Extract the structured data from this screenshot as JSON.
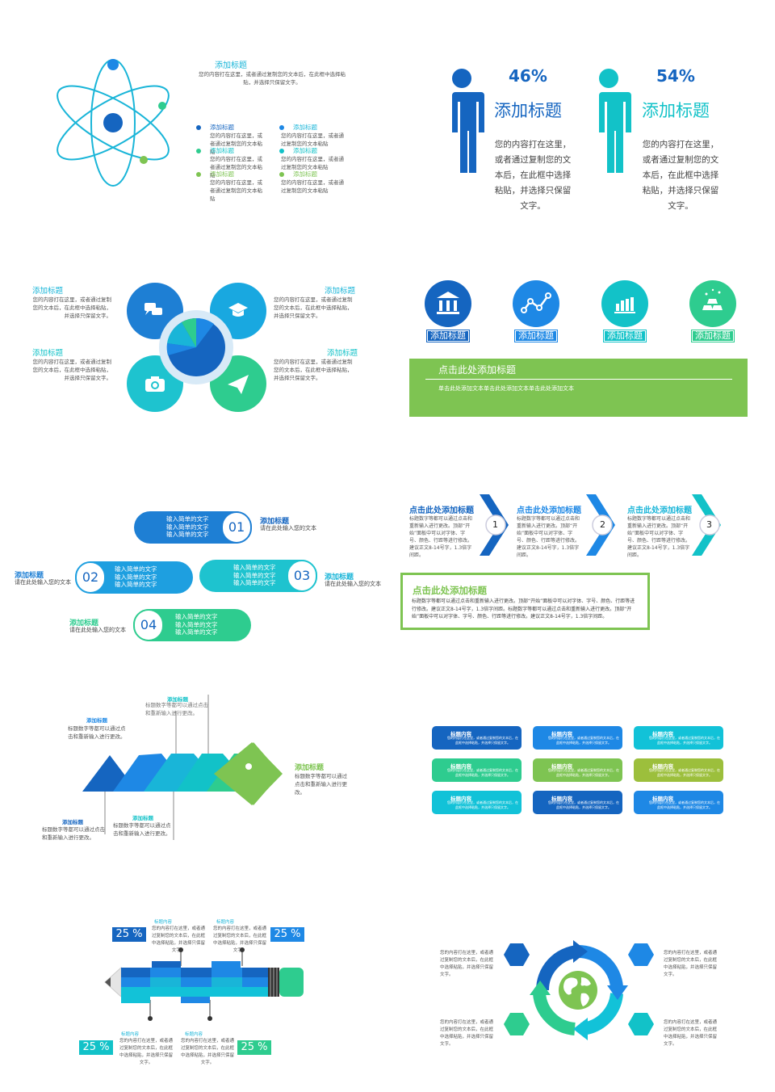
{
  "colors": {
    "navy": "#1565c0",
    "blue": "#1e88e5",
    "cyan": "#19b5d8",
    "teal": "#12c2c8",
    "green": "#2ecc8f",
    "lime": "#7ec452",
    "gray_text": "#555555"
  },
  "slide1": {
    "title": "添加标题",
    "desc": "您的内容打在这里，或者通过复制您的文本后，在此框中选择粘贴，并选择只保留文字。",
    "items": [
      {
        "title": "添加标题",
        "desc": "您的内容打在这里，或者通过复制您的文本粘贴"
      },
      {
        "title": "添加标题",
        "desc": "您的内容打在这里，或者通过复制您的文本粘贴"
      },
      {
        "title": "添加标题",
        "desc": "您的内容打在这里，或者通过复制您的文本粘贴"
      },
      {
        "title": "添加标题",
        "desc": "您的内容打在这里，或者通过复制您的文本粘贴"
      },
      {
        "title": "添加标题",
        "desc": "您的内容打在这里，或者通过复制您的文本粘贴"
      },
      {
        "title": "添加标题",
        "desc": "您的内容打在这里，或者通过复制您的文本粘贴"
      }
    ],
    "icon": "atom-icon"
  },
  "slide2": {
    "left": {
      "percent": "46%",
      "title": "添加标题",
      "desc": "您的内容打在这里，或者通过复制您的文本后，在此框中选择粘贴，并选择只保留文字。"
    },
    "right": {
      "percent": "54%",
      "title": "添加标题",
      "desc": "您的内容打在这里，或者通过复制您的文本后，在此框中选择粘贴，并选择只保留文字。"
    },
    "icon": "person-icon"
  },
  "slide3": {
    "left_top": {
      "title": "添加标题",
      "desc": "您的内容打在这里，或者通过复制您的文本后，在此框中选择粘贴，并选择只保留文字。"
    },
    "left_bottom": {
      "title": "添加标题",
      "desc": "您的内容打在这里，或者通过复制您的文本后，在此框中选择粘贴，并选择只保留文字。"
    },
    "right_top": {
      "title": "添加标题",
      "desc": "您的内容打在这里，或者通过复制您的文本后，在此框中选择粘贴，并选择只保留文字。"
    },
    "right_bottom": {
      "title": "添加标题",
      "desc": "您的内容打在这里，或者通过复制您的文本后，在此框中选择粘贴，并选择只保留文字。"
    }
  },
  "slide4": {
    "icons": [
      {
        "label": "添加标题",
        "icon": "bank-icon"
      },
      {
        "label": "添加标题",
        "icon": "line-chart-icon"
      },
      {
        "label": "添加标题",
        "icon": "bar-chart-icon"
      },
      {
        "label": "添加标题",
        "icon": "gold-bars-icon"
      }
    ],
    "banner_title": "点击此处添加标题",
    "banner_text": "单击此处添加文本单击此处添加文本单击此处添加文本"
  },
  "slide5": {
    "pills": [
      {
        "num": "01",
        "text": "输入简单的文字\n输入简单的文字\n输入简单的文字",
        "title": "添加标题",
        "desc": "请在此处输入您的文本"
      },
      {
        "num": "02",
        "text": "输入简单的文字\n输入简单的文字\n输入简单的文字",
        "title": "添加标题",
        "desc": "请在此处输入您的文本"
      },
      {
        "num": "03",
        "text": "输入简单的文字\n输入简单的文字\n输入简单的文字",
        "title": "添加标题",
        "desc": "请在此处输入您的文本"
      },
      {
        "num": "04",
        "text": "输入简单的文字\n输入简单的文字\n输入简单的文字",
        "title": "添加标题",
        "desc": "请在此处输入您的文本"
      }
    ]
  },
  "slide6": {
    "steps": [
      {
        "title": "点击此处添加标题",
        "num": "1",
        "desc": "标题数字等都可以通过点击和重新输入进行更改。顶部“开始”面板中可以对字体、字号、颜色、行距等进行修改。建议正文8-14号字，1.3倍字间距。"
      },
      {
        "title": "点击此处添加标题",
        "num": "2",
        "desc": "标题数字等都可以通过点击和重新输入进行更改。顶部“开始”面板中可以对字体、字号、颜色、行距等进行修改。建议正文8-14号字，1.3倍字间距。"
      },
      {
        "title": "点击此处添加标题",
        "num": "3",
        "desc": "标题数字等都可以通过点击和重新输入进行更改。顶部“开始”面板中可以对字体、字号、颜色、行距等进行修改。建议正文8-14号字，1.3倍字间距。"
      }
    ],
    "box_title": "点击此处添加标题",
    "box_text": "标题数字等都可以通过点击和重新输入进行更改。顶部“开始”面板中可以对字体、字号、颜色、行距等进行修改。建议正文8-14号字，1.3倍字间距。标题数字等都可以通过点击和重新输入进行更改。顶部“开始”面板中可以对字体、字号、颜色、行距等进行修改。建议正文8-14号字，1.3倍字间距。"
  },
  "slide7": {
    "labels": [
      {
        "title": "添加标题",
        "desc": "标题数字等都可以通过点击和重新输入进行更改。"
      },
      {
        "title": "添加标题",
        "desc": "标题数字等都可以通过点击和重新输入进行更改。"
      },
      {
        "title": "添加标题",
        "desc": "标题数字等都可以通过点击和重新输入进行更改。"
      },
      {
        "title": "添加标题",
        "desc": "标题数字等都可以通过点击和重新输入进行更改。"
      },
      {
        "title": "添加标题",
        "desc": "标题数字等都可以通过点击和重新输入进行更改。"
      }
    ]
  },
  "slide8": {
    "cards": [
      {
        "title": "标题内容",
        "desc": "您的内容打在这里，或者通过复制您的文本后，在此框中选择粘贴，并选择只保留文字。"
      },
      {
        "title": "标题内容",
        "desc": "您的内容打在这里，或者通过复制您的文本后，在此框中选择粘贴，并选择只保留文字。"
      },
      {
        "title": "标题内容",
        "desc": "您的内容打在这里，或者通过复制您的文本后，在此框中选择粘贴，并选择只保留文字。"
      },
      {
        "title": "标题内容",
        "desc": "您的内容打在这里，或者通过复制您的文本后，在此框中选择粘贴，并选择只保留文字。"
      },
      {
        "title": "标题内容",
        "desc": "您的内容打在这里，或者通过复制您的文本后，在此框中选择粘贴，并选择只保留文字。"
      },
      {
        "title": "标题内容",
        "desc": "您的内容打在这里，或者通过复制您的文本后，在此框中选择粘贴，并选择只保留文字。"
      },
      {
        "title": "标题内容",
        "desc": "您的内容打在这里，或者通过复制您的文本后，在此框中选择粘贴，并选择只保留文字。"
      },
      {
        "title": "标题内容",
        "desc": "您的内容打在这里，或者通过复制您的文本后，在此框中选择粘贴，并选择只保留文字。"
      },
      {
        "title": "标题内容",
        "desc": "您的内容打在这里，或者通过复制您的文本后，在此框中选择粘贴，并选择只保留文字。"
      }
    ]
  },
  "slide9": {
    "percents": [
      "25 %",
      "25 %",
      "25 %",
      "25 %"
    ],
    "notes": [
      {
        "title": "标题内容",
        "desc": "您的内容打在这里，或者通过复制您的文本后，在此框中选择粘贴，并选择只保留文字。"
      },
      {
        "title": "标题内容",
        "desc": "您的内容打在这里，或者通过复制您的文本后，在此框中选择粘贴，并选择只保留文字。"
      },
      {
        "title": "标题内容",
        "desc": "您的内容打在这里，或者通过复制您的文本后，在此框中选择粘贴，并选择只保留文字。"
      },
      {
        "title": "标题内容",
        "desc": "您的内容打在这里，或者通过复制您的文本后，在此框中选择粘贴，并选择只保留文字。"
      }
    ]
  },
  "slide10": {
    "notes": [
      "您的内容打在这里，或者通过复制您的文本后，在此框中选择粘贴，并选择只保留文字。",
      "您的内容打在这里，或者通过复制您的文本后，在此框中选择粘贴，并选择只保留文字。",
      "您的内容打在这里，或者通过复制您的文本后，在此框中选择粘贴，并选择只保留文字。",
      "您的内容打在这里，或者通过复制您的文本后，在此框中选择粘贴，并选择只保留文字。"
    ],
    "icon": "globe-icon"
  }
}
